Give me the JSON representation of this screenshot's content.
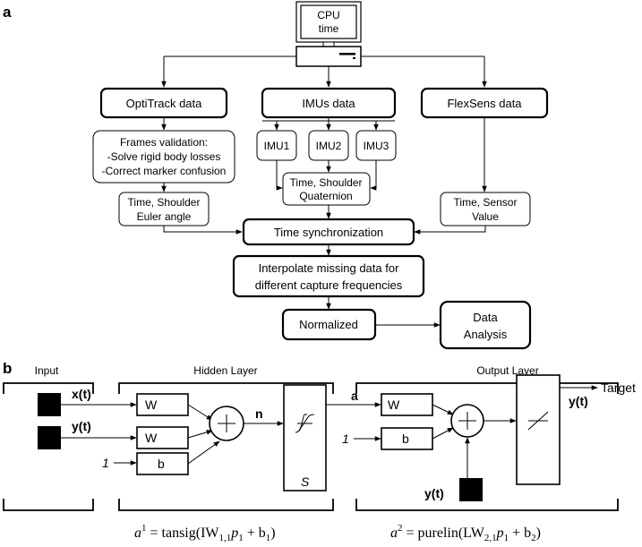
{
  "panel_a": {
    "label": "a",
    "cpu_line1": "CPU",
    "cpu_line2": "time",
    "optitrack": "OptiTrack data",
    "imus": "IMUs data",
    "flexsens": "FlexSens data",
    "frames_line1": "Frames validation:",
    "frames_line2": "-Solve rigid body losses",
    "frames_line3": "-Correct marker confusion",
    "imu1": "IMU1",
    "imu2": "IMU2",
    "imu3": "IMU3",
    "euler_line1": "Time, Shoulder",
    "euler_line2": "Euler angle",
    "quat_line1": "Time, Shoulder",
    "quat_line2": "Quaternion",
    "sensor_line1": "Time, Sensor",
    "sensor_line2": "Value",
    "sync": "Time synchronization",
    "interp_line1": "Interpolate missing data for",
    "interp_line2": "different capture frequencies",
    "normalized": "Normalized",
    "analysis_line1": "Data",
    "analysis_line2": "Analysis"
  },
  "panel_b": {
    "label": "b",
    "input_title": "Input",
    "hidden_title": "Hidden Layer",
    "output_title": "Output Layer",
    "x_t": "x(t)",
    "y_t": "y(t)",
    "one": "1",
    "w": "W",
    "b": "b",
    "plus": "+",
    "n": "n",
    "s": "S",
    "a": "a",
    "target": "Target",
    "eq1_lhs": "a",
    "eq1_sup": "1",
    "eq1_rhs": "= tansig(IW",
    "eq1_sub": "1,1",
    "eq1_mid": "p",
    "eq1_sub2": "1",
    "eq1_end": " + b",
    "eq1_sub3": "1",
    "eq1_close": ")",
    "eq2_lhs": "a",
    "eq2_sup": "2",
    "eq2_rhs": "= purelin(LW",
    "eq2_sub": "2,1",
    "eq2_mid": "p",
    "eq2_sub2": "1",
    "eq2_end": " + b",
    "eq2_sub3": "2",
    "eq2_close": ")"
  },
  "colors": {
    "line": "#000000",
    "fill": "#ffffff",
    "input_square": "#000000"
  }
}
